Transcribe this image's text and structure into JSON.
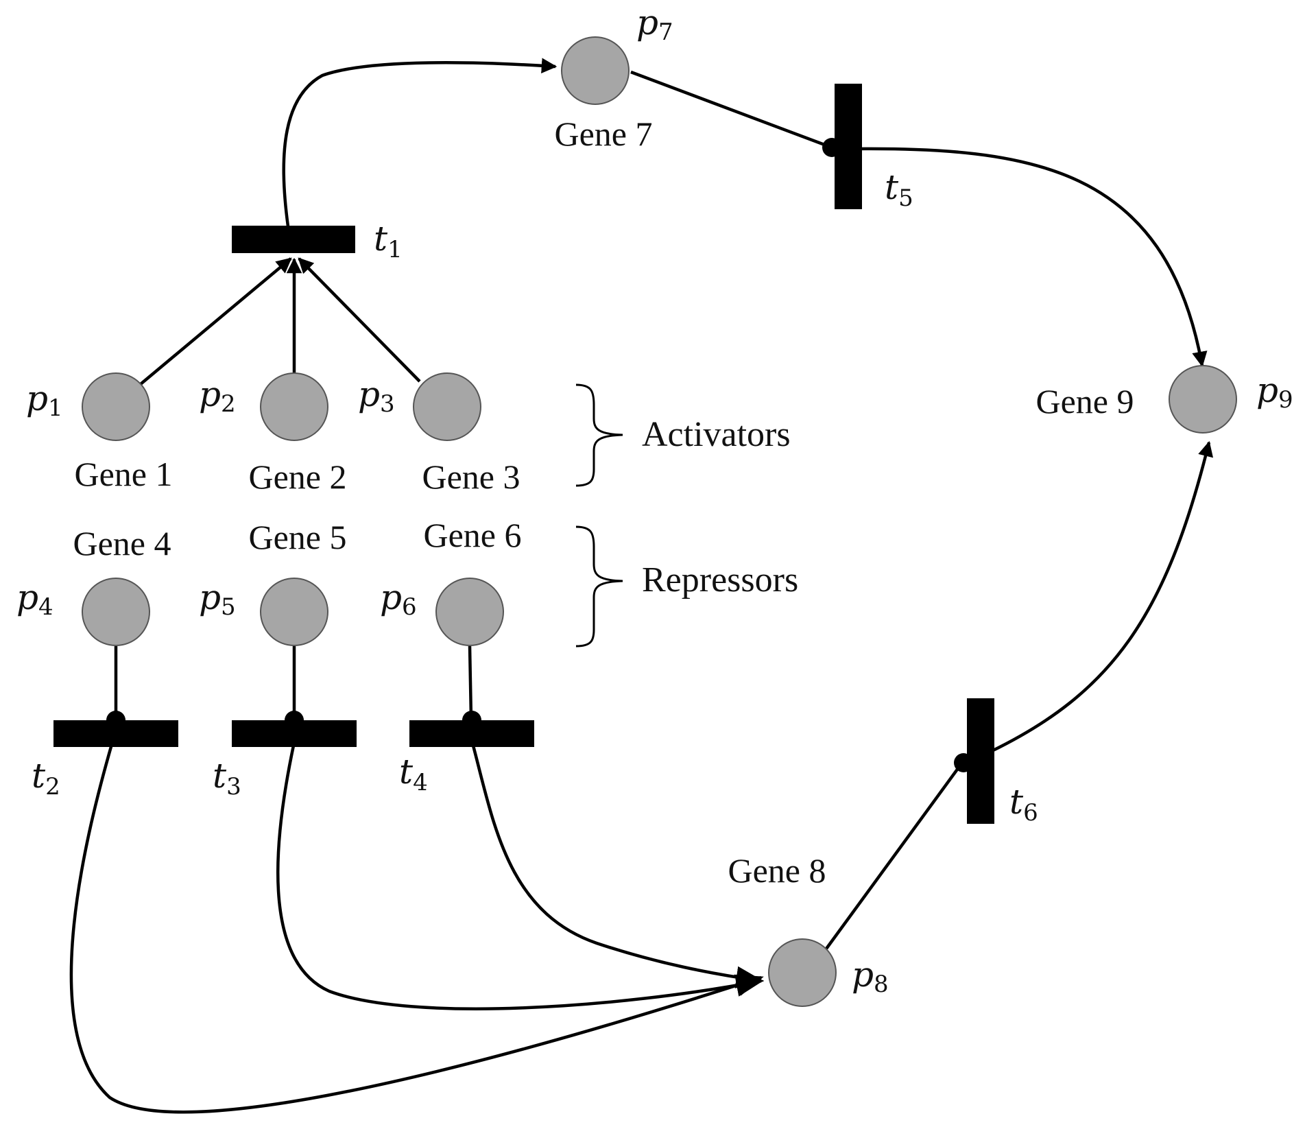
{
  "places": [
    {
      "id": "p1",
      "symbol": "p",
      "sub": "1",
      "gene": "Gene 1"
    },
    {
      "id": "p2",
      "symbol": "p",
      "sub": "2",
      "gene": "Gene 2"
    },
    {
      "id": "p3",
      "symbol": "p",
      "sub": "3",
      "gene": "Gene 3"
    },
    {
      "id": "p4",
      "symbol": "p",
      "sub": "4",
      "gene": "Gene 4"
    },
    {
      "id": "p5",
      "symbol": "p",
      "sub": "5",
      "gene": "Gene 5"
    },
    {
      "id": "p6",
      "symbol": "p",
      "sub": "6",
      "gene": "Gene 6"
    },
    {
      "id": "p7",
      "symbol": "p",
      "sub": "7",
      "gene": "Gene 7"
    },
    {
      "id": "p8",
      "symbol": "p",
      "sub": "8",
      "gene": "Gene 8"
    },
    {
      "id": "p9",
      "symbol": "p",
      "sub": "9",
      "gene": "Gene 9"
    }
  ],
  "transitions": [
    {
      "id": "t1",
      "symbol": "t",
      "sub": "1"
    },
    {
      "id": "t2",
      "symbol": "t",
      "sub": "2"
    },
    {
      "id": "t3",
      "symbol": "t",
      "sub": "3"
    },
    {
      "id": "t4",
      "symbol": "t",
      "sub": "4"
    },
    {
      "id": "t5",
      "symbol": "t",
      "sub": "5"
    },
    {
      "id": "t6",
      "symbol": "t",
      "sub": "6"
    }
  ],
  "groups": {
    "activators": "Activators",
    "repressors": "Repressors"
  },
  "colors": {
    "place_fill": "#a6a6a6",
    "transition_fill": "#000000",
    "edge": "#000000"
  }
}
